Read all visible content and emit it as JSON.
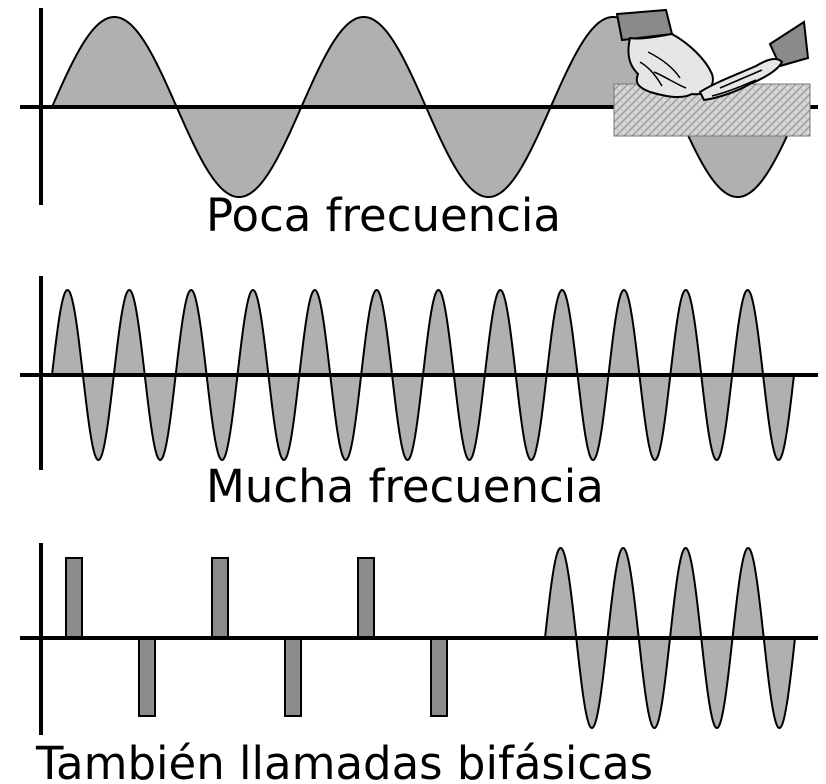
{
  "colors": {
    "wave_fill": "#b0b0b0",
    "pulse_fill": "#8c8c8c",
    "stroke": "#000000",
    "background": "#ffffff",
    "pad_fill": "#cfcfcf"
  },
  "panels": [
    {
      "id": "low",
      "caption": "Poca frecuencia",
      "waveform": "sine",
      "cycles": 3
    },
    {
      "id": "high",
      "caption": "Mucha frecuencia",
      "waveform": "sine",
      "cycles": 12
    },
    {
      "id": "biphasic",
      "caption": "También llamadas bifásicas",
      "waveform": "biphasic-pulses-then-sine",
      "pulse_pairs": 3,
      "sine_cycles": 4
    }
  ],
  "illustration": {
    "icon": "hands-on-electrode-pad-icon"
  }
}
